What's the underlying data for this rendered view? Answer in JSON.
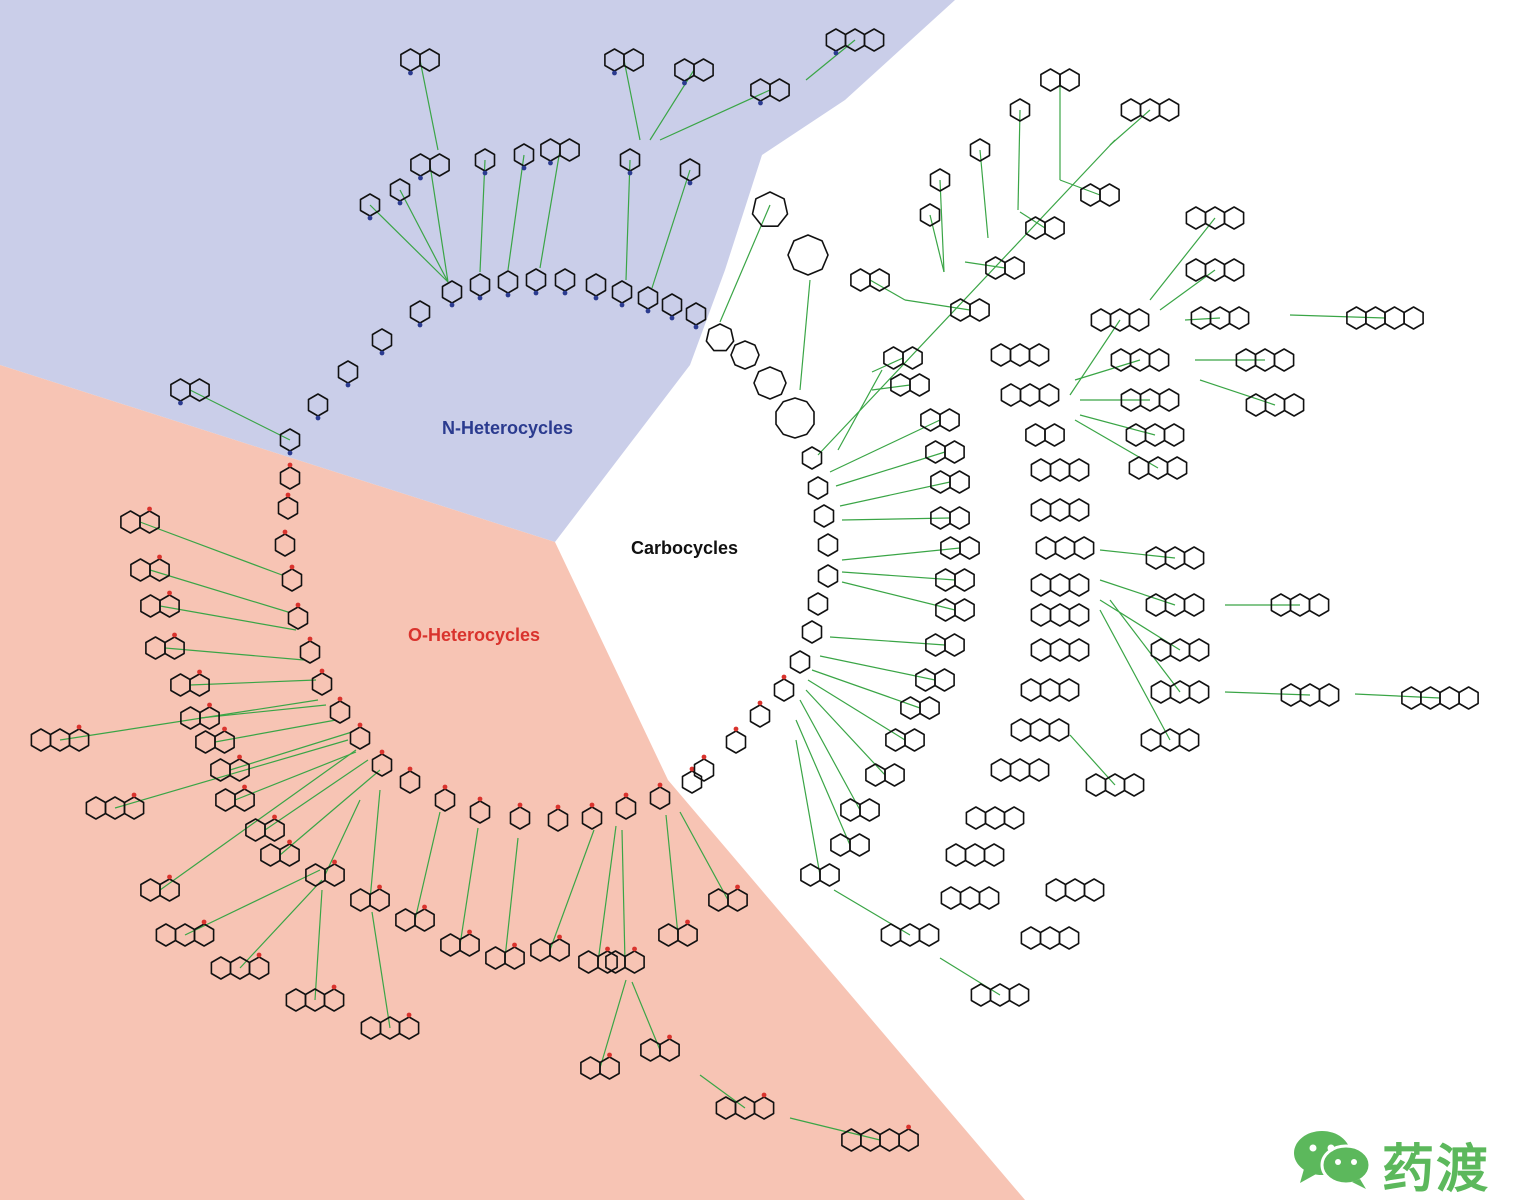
{
  "regions": [
    {
      "id": "n",
      "label": "N-Heterocycles",
      "fill": "#cacee9",
      "label_color": "#2b3b8f"
    },
    {
      "id": "o",
      "label": "O-Heterocycles",
      "fill": "#f7c4b4",
      "label_color": "#d9332d"
    },
    {
      "id": "c",
      "label": "Carbocycles",
      "fill": "#ffffff",
      "label_color": "#111111"
    }
  ],
  "colors": {
    "edge": "#3aa546",
    "bond": "#111111",
    "n_atom": "#2b3b8f",
    "o_atom": "#d9332d",
    "s_atom": "#d6c400"
  },
  "watermark": {
    "text": "药渡",
    "color": "#5cb85c",
    "icon": "wechat-chat-bubbles-icon"
  },
  "diagram": {
    "type": "scaffold-tree",
    "node_icon": "ring-scaffold-icon"
  }
}
